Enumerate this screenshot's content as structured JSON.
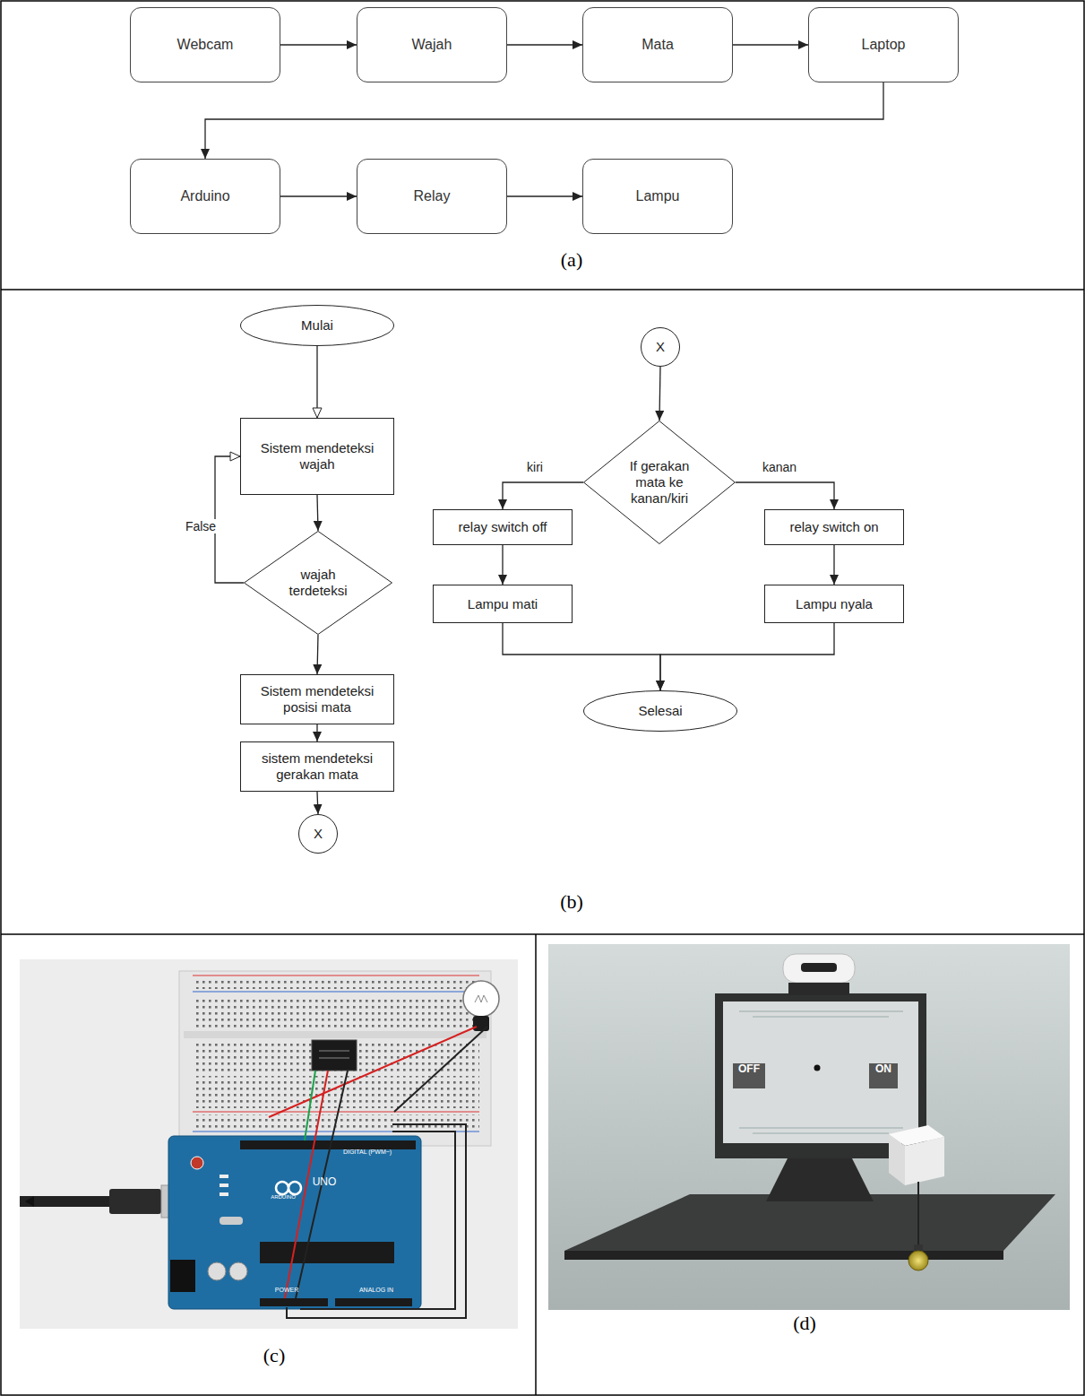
{
  "diagram": {
    "nodes": [
      {
        "text": [
          "Webcam"
        ]
      },
      {
        "text": [
          "Wajah"
        ]
      },
      {
        "text": [
          "Mata"
        ]
      },
      {
        "text": [
          "Laptop"
        ]
      },
      {
        "text": [
          "Arduino"
        ]
      },
      {
        "text": [
          "Relay"
        ]
      },
      {
        "text": [
          "Lampu"
        ]
      },
      {
        "text": [
          "Mulai"
        ]
      },
      {
        "text": [
          "Sistem mendeteksi wajah"
        ]
      },
      {
        "text": [
          "wajah terdeteksi"
        ]
      },
      {
        "text": [
          "Sistem mendeteksi posisi mata"
        ]
      },
      {
        "text": [
          "sistem mendeteksi gerakan mata"
        ]
      },
      {
        "text": [
          "X"
        ]
      },
      {
        "text": [
          "X"
        ]
      },
      {
        "text": [
          "If gerakan mata ke kanan/kiri"
        ]
      },
      {
        "text": [
          "relay switch off"
        ]
      },
      {
        "text": [
          "relay switch on"
        ]
      },
      {
        "text": [
          "Lampu mati"
        ]
      },
      {
        "text": [
          "Lampu nyala"
        ]
      },
      {
        "text": [
          "Selesai"
        ]
      }
    ],
    "edges": [
      {
        "from": 0,
        "to": 1,
        "arrow": "to"
      },
      {
        "from": 1,
        "to": 2,
        "arrow": "to"
      },
      {
        "from": 2,
        "to": 3,
        "arrow": "to"
      },
      {
        "from": 3,
        "to": 4,
        "arrow": "to"
      },
      {
        "from": 4,
        "to": 5,
        "arrow": "to"
      },
      {
        "from": 5,
        "to": 6,
        "arrow": "to"
      },
      {
        "from": 7,
        "to": 8,
        "arrow": "to"
      },
      {
        "from": 8,
        "to": 9,
        "arrow": "to"
      },
      {
        "from": 9,
        "to": 8,
        "label": "False",
        "arrow": "to"
      },
      {
        "from": 9,
        "to": 10,
        "arrow": "to"
      },
      {
        "from": 10,
        "to": 11,
        "arrow": "to"
      },
      {
        "from": 11,
        "to": 12,
        "arrow": "to"
      },
      {
        "from": 13,
        "to": 14,
        "arrow": "to"
      },
      {
        "from": 14,
        "to": 15,
        "label": "kiri",
        "arrow": "to"
      },
      {
        "from": 14,
        "to": 16,
        "label": "kanan",
        "arrow": "to"
      },
      {
        "from": 15,
        "to": 17,
        "arrow": "to"
      },
      {
        "from": 16,
        "to": 18,
        "arrow": "to"
      },
      {
        "from": 17,
        "to": 19,
        "arrow": "to"
      },
      {
        "from": 18,
        "to": 19,
        "arrow": "to"
      }
    ],
    "labels": [
      "(a)",
      "(b)",
      "(c)",
      "(d)",
      "DIGITAL (PWM~)",
      "UNO",
      "ARDUINO",
      "POWER",
      "ANALOG IN",
      "OFF",
      "ON"
    ]
  }
}
